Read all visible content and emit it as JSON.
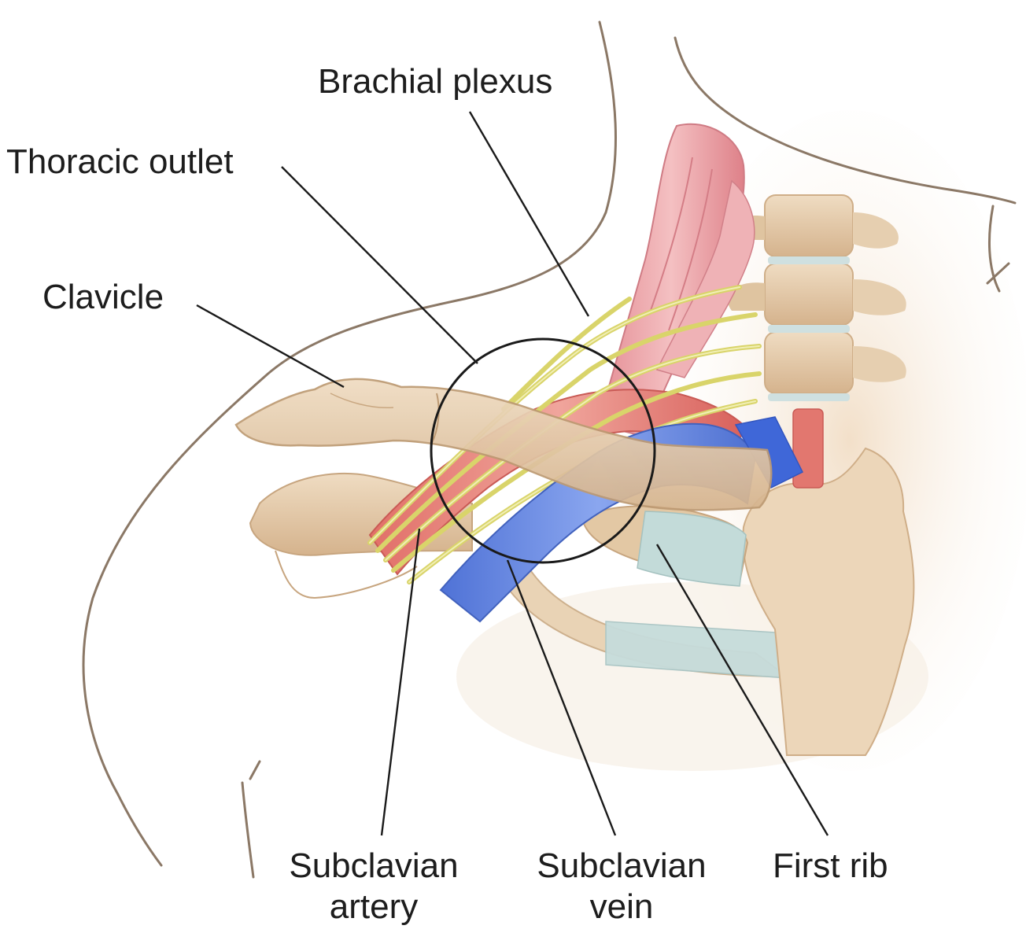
{
  "labels": {
    "brachial_plexus": "Brachial plexus",
    "thoracic_outlet": "Thoracic outlet",
    "clavicle": "Clavicle",
    "subclavian_artery_line1": "Subclavian",
    "subclavian_artery_line2": "artery",
    "subclavian_vein_line1": "Subclavian",
    "subclavian_vein_line2": "vein",
    "first_rib": "First rib"
  },
  "colors": {
    "bone": "#e8cfae",
    "bone_shadow": "#caa882",
    "muscle": "#e59aa0",
    "artery": "#e2776f",
    "vein": "#6e90e6",
    "nerve": "#e3e38a",
    "cartilage": "#bfd8d6",
    "outline": "#8b7866"
  }
}
